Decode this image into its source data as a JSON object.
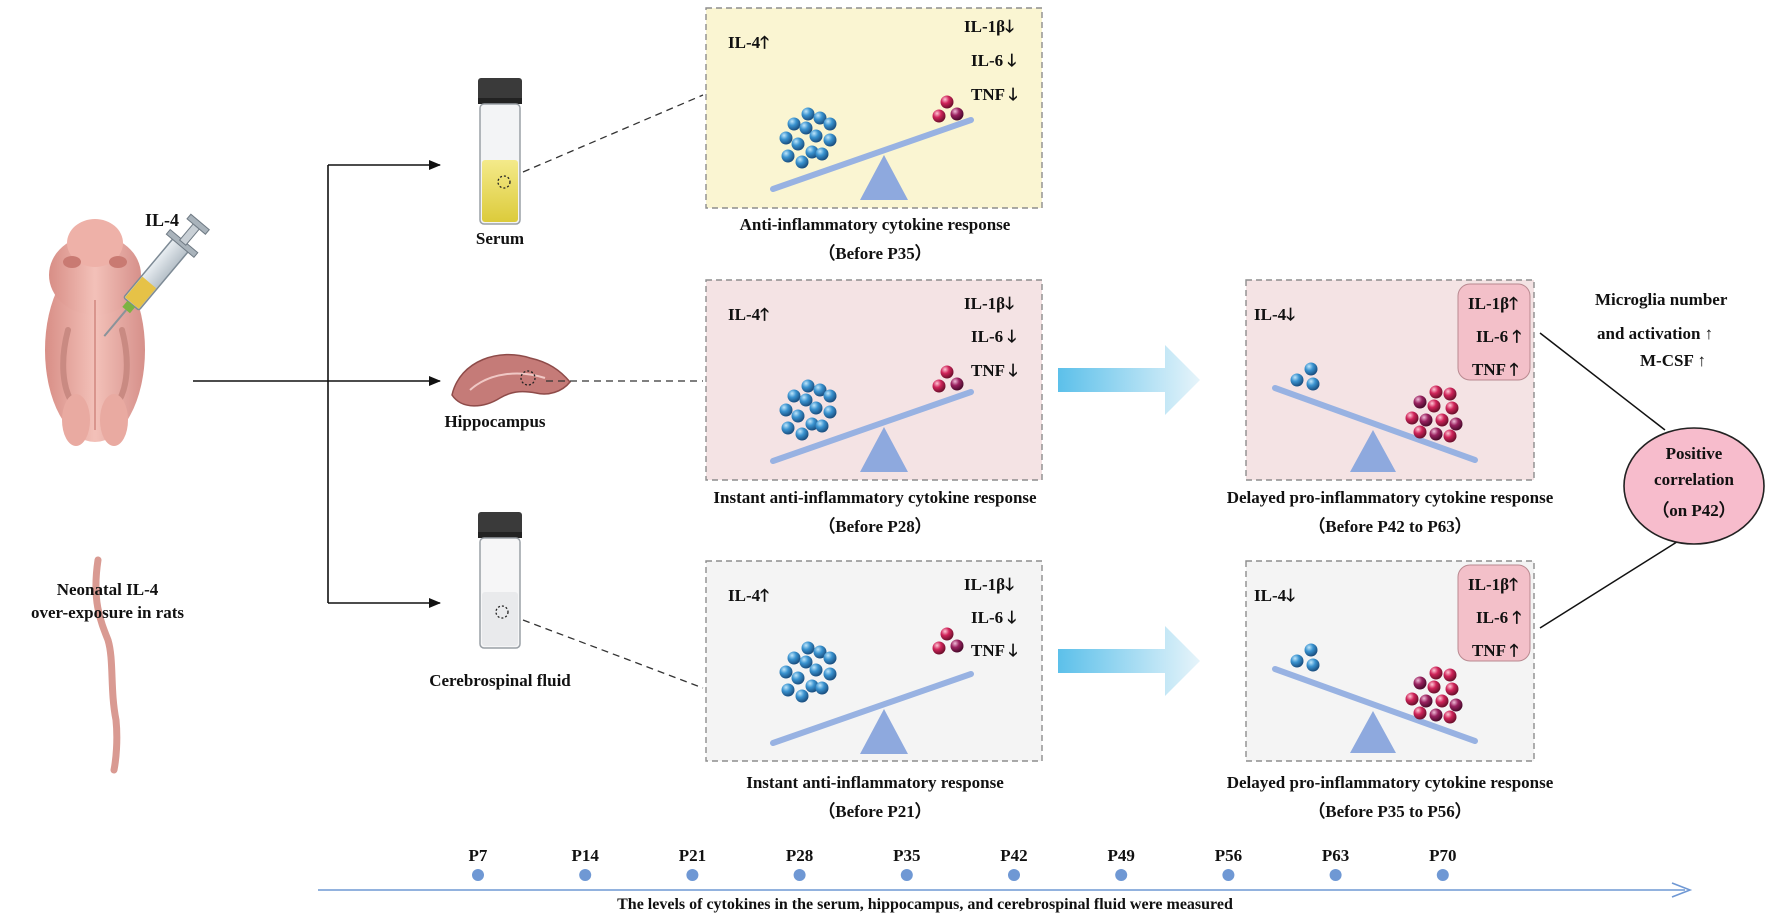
{
  "injection_label": "IL-4",
  "rat_caption": [
    "Neonatal IL-4",
    "over-exposure in rats"
  ],
  "samples": {
    "serum": "Serum",
    "hippocampus": "Hippocampus",
    "csf": "Cerebrospinal fluid"
  },
  "panels": {
    "serum": {
      "il4": "IL-4",
      "cytokines": [
        "IL-1β",
        "IL-6",
        "TNF"
      ],
      "caption": [
        "Anti-inflammatory cytokine response",
        "（Before P35）"
      ],
      "bg": "#faf5d2"
    },
    "hippo_early": {
      "il4": "IL-4",
      "cytokines": [
        "IL-1β",
        "IL-6",
        "TNF"
      ],
      "caption": [
        "Instant anti-inflammatory cytokine response",
        "（Before P28）"
      ],
      "bg": "#f4e3e4"
    },
    "hippo_late": {
      "il4": "IL-4",
      "cytokines": [
        "IL-1β",
        "IL-6",
        "TNF"
      ],
      "caption": [
        "Delayed pro-inflammatory cytokine response",
        "（Before P42 to P63）"
      ],
      "bg": "#f4e3e4"
    },
    "csf_early": {
      "il4": "IL-4",
      "cytokines": [
        "IL-1β",
        "IL-6",
        "TNF"
      ],
      "caption": [
        "Instant anti-inflammatory response",
        "（Before P21）"
      ],
      "bg": "#f4f4f4"
    },
    "csf_late": {
      "il4": "IL-4",
      "cytokines": [
        "IL-1β",
        "IL-6",
        "TNF"
      ],
      "caption": [
        "Delayed pro-inflammatory cytokine response",
        "（Before P35 to P56）"
      ],
      "bg": "#f4f4f4"
    }
  },
  "microglia": [
    "Microglia number",
    "and activation ↑",
    "M-CSF ↑"
  ],
  "correlation": [
    "Positive",
    "correlation",
    "（on P42）"
  ],
  "timeline": {
    "ticks": [
      "P7",
      "P14",
      "P21",
      "P28",
      "P35",
      "P42",
      "P49",
      "P56",
      "P63",
      "P70"
    ],
    "caption": "The levels of cytokines in the serum, hippocampus, and cerebrospinal fluid were measured"
  },
  "colors": {
    "blue_ball": "#2f86c6",
    "pink_ball": "#c81e52",
    "beam": "#98b2e2",
    "arrow": "#7cc4e8",
    "bubble": "#f7bccc",
    "timeline": "#6f98d4"
  }
}
